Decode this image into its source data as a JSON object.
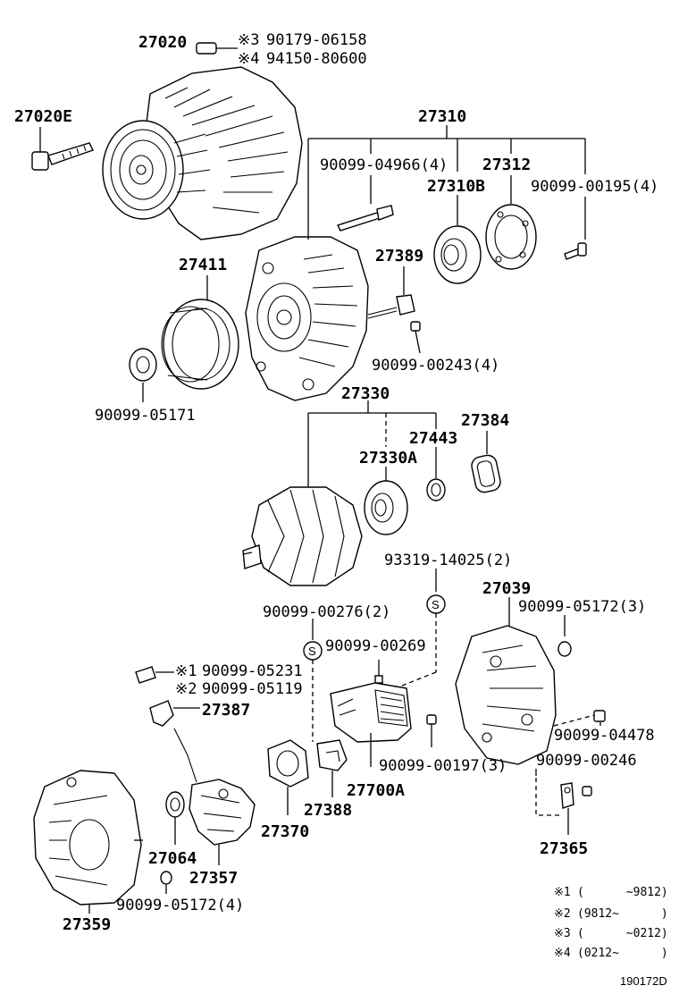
{
  "labels": {
    "p27020": "27020",
    "p27020e": "27020E",
    "m3": "※3",
    "m3_part": "90179-06158",
    "m4": "※4",
    "m4_part": "94150-80600",
    "p27310": "27310",
    "p90099_04966": "90099-04966(4)",
    "p27312": "27312",
    "p27310b": "27310B",
    "p90099_00195": "90099-00195(4)",
    "p27411": "27411",
    "p27389": "27389",
    "p90099_00243": "90099-00243(4)",
    "p90099_05171": "90099-05171",
    "p27330": "27330",
    "p27443": "27443",
    "p27384": "27384",
    "p27330a": "27330A",
    "p93319_14025": "93319-14025(2)",
    "p27039": "27039",
    "p90099_00276": "90099-00276(2)",
    "p90099_05172_3": "90099-05172(3)",
    "p90099_00269": "90099-00269",
    "m1": "※1",
    "m1_part": "90099-05231",
    "m2": "※2",
    "m2_part": "90099-05119",
    "p27387": "27387",
    "p90099_04478": "90099-04478",
    "p90099_00197": "90099-00197(3)",
    "p90099_00246": "90099-00246",
    "p27700a": "27700A",
    "p27388": "27388",
    "p27370": "27370",
    "p27365": "27365",
    "p27064": "27064",
    "p27357": "27357",
    "p90099_05172_4": "90099-05172(4)",
    "p27359": "27359",
    "s_mark": "S"
  },
  "notes": [
    {
      "mark": "※1",
      "text": "(      ~9812)"
    },
    {
      "mark": "※2",
      "text": "(9812~      )"
    },
    {
      "mark": "※3",
      "text": "(      ~0212)"
    },
    {
      "mark": "※4",
      "text": "(0212~      )"
    }
  ],
  "diagram_code": "190172D"
}
